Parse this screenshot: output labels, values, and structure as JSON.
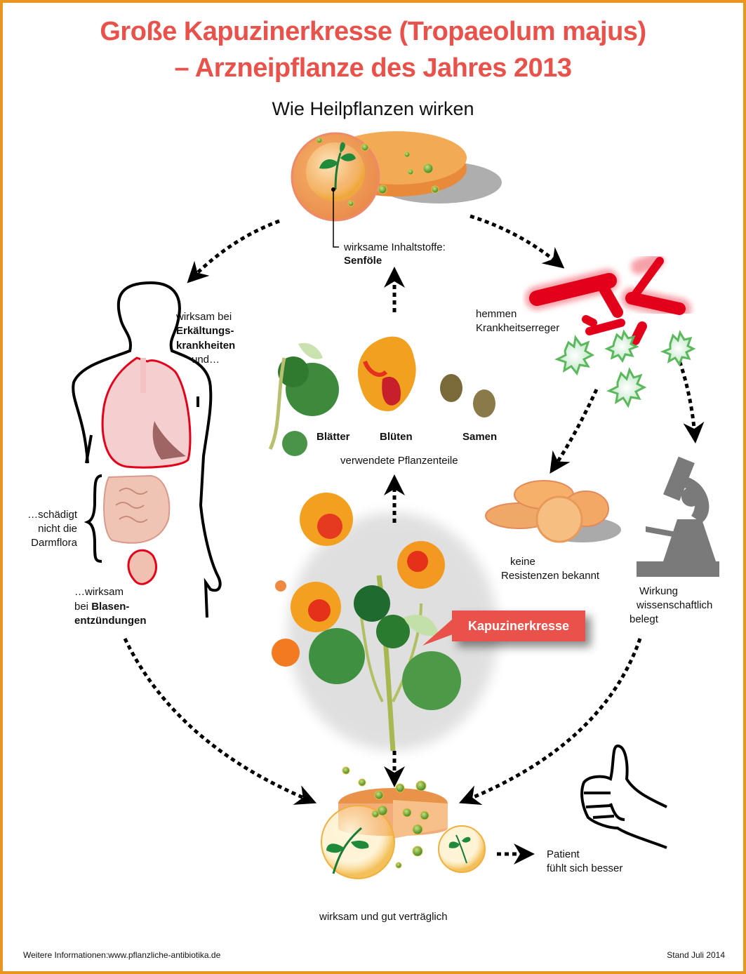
{
  "header": {
    "title_line1": "Große Kapuzinerkresse (Tropaeolum majus)",
    "title_line2": "– Arzneipflanze des Jahres 2013",
    "subtitle": "Wie Heilpflanzen wirken"
  },
  "colors": {
    "title": "#e8524a",
    "border": "#e8961f",
    "tablet": "#f2a55a",
    "bacteria": "#e3001b",
    "virus": "#5cb85c",
    "microscope": "#7a7a7a",
    "callout": "#e8524a"
  },
  "ingredients": {
    "line1": "wirksame Inhaltstoffe:",
    "line2": "Senföle"
  },
  "body": {
    "line1": "wirksam bei",
    "line2": "Erkältungs-",
    "line3": "krankheiten",
    "line4": "und…"
  },
  "gut": {
    "line1": "…schädigt",
    "line2": "nicht die",
    "line3": "Darmflora"
  },
  "bladder": {
    "line1": "…wirksam",
    "line2_prefix": "bei ",
    "line2_bold": "Blasen-",
    "line3": "entzündungen"
  },
  "pathogens": {
    "line1": "hemmen",
    "line2": "Krankheitserreger"
  },
  "plant_parts": {
    "items": [
      "Blätter",
      "Blüten",
      "Samen"
    ],
    "caption": "verwendete Pflanzenteile"
  },
  "resistance": {
    "line1": "keine",
    "line2": "Resistenzen bekannt"
  },
  "science": {
    "line1": "Wirkung",
    "line2": "wissenschaftlich",
    "line3": "belegt"
  },
  "plant_callout": "Kapuzinerkresse",
  "result": {
    "caption": "wirksam und gut verträglich",
    "patient_line1": "Patient",
    "patient_line2": "fühlt sich besser"
  },
  "footer": {
    "info": "Weitere Informationen:www.pflanzliche-antibiotika.de",
    "date": "Stand Juli 2014"
  }
}
